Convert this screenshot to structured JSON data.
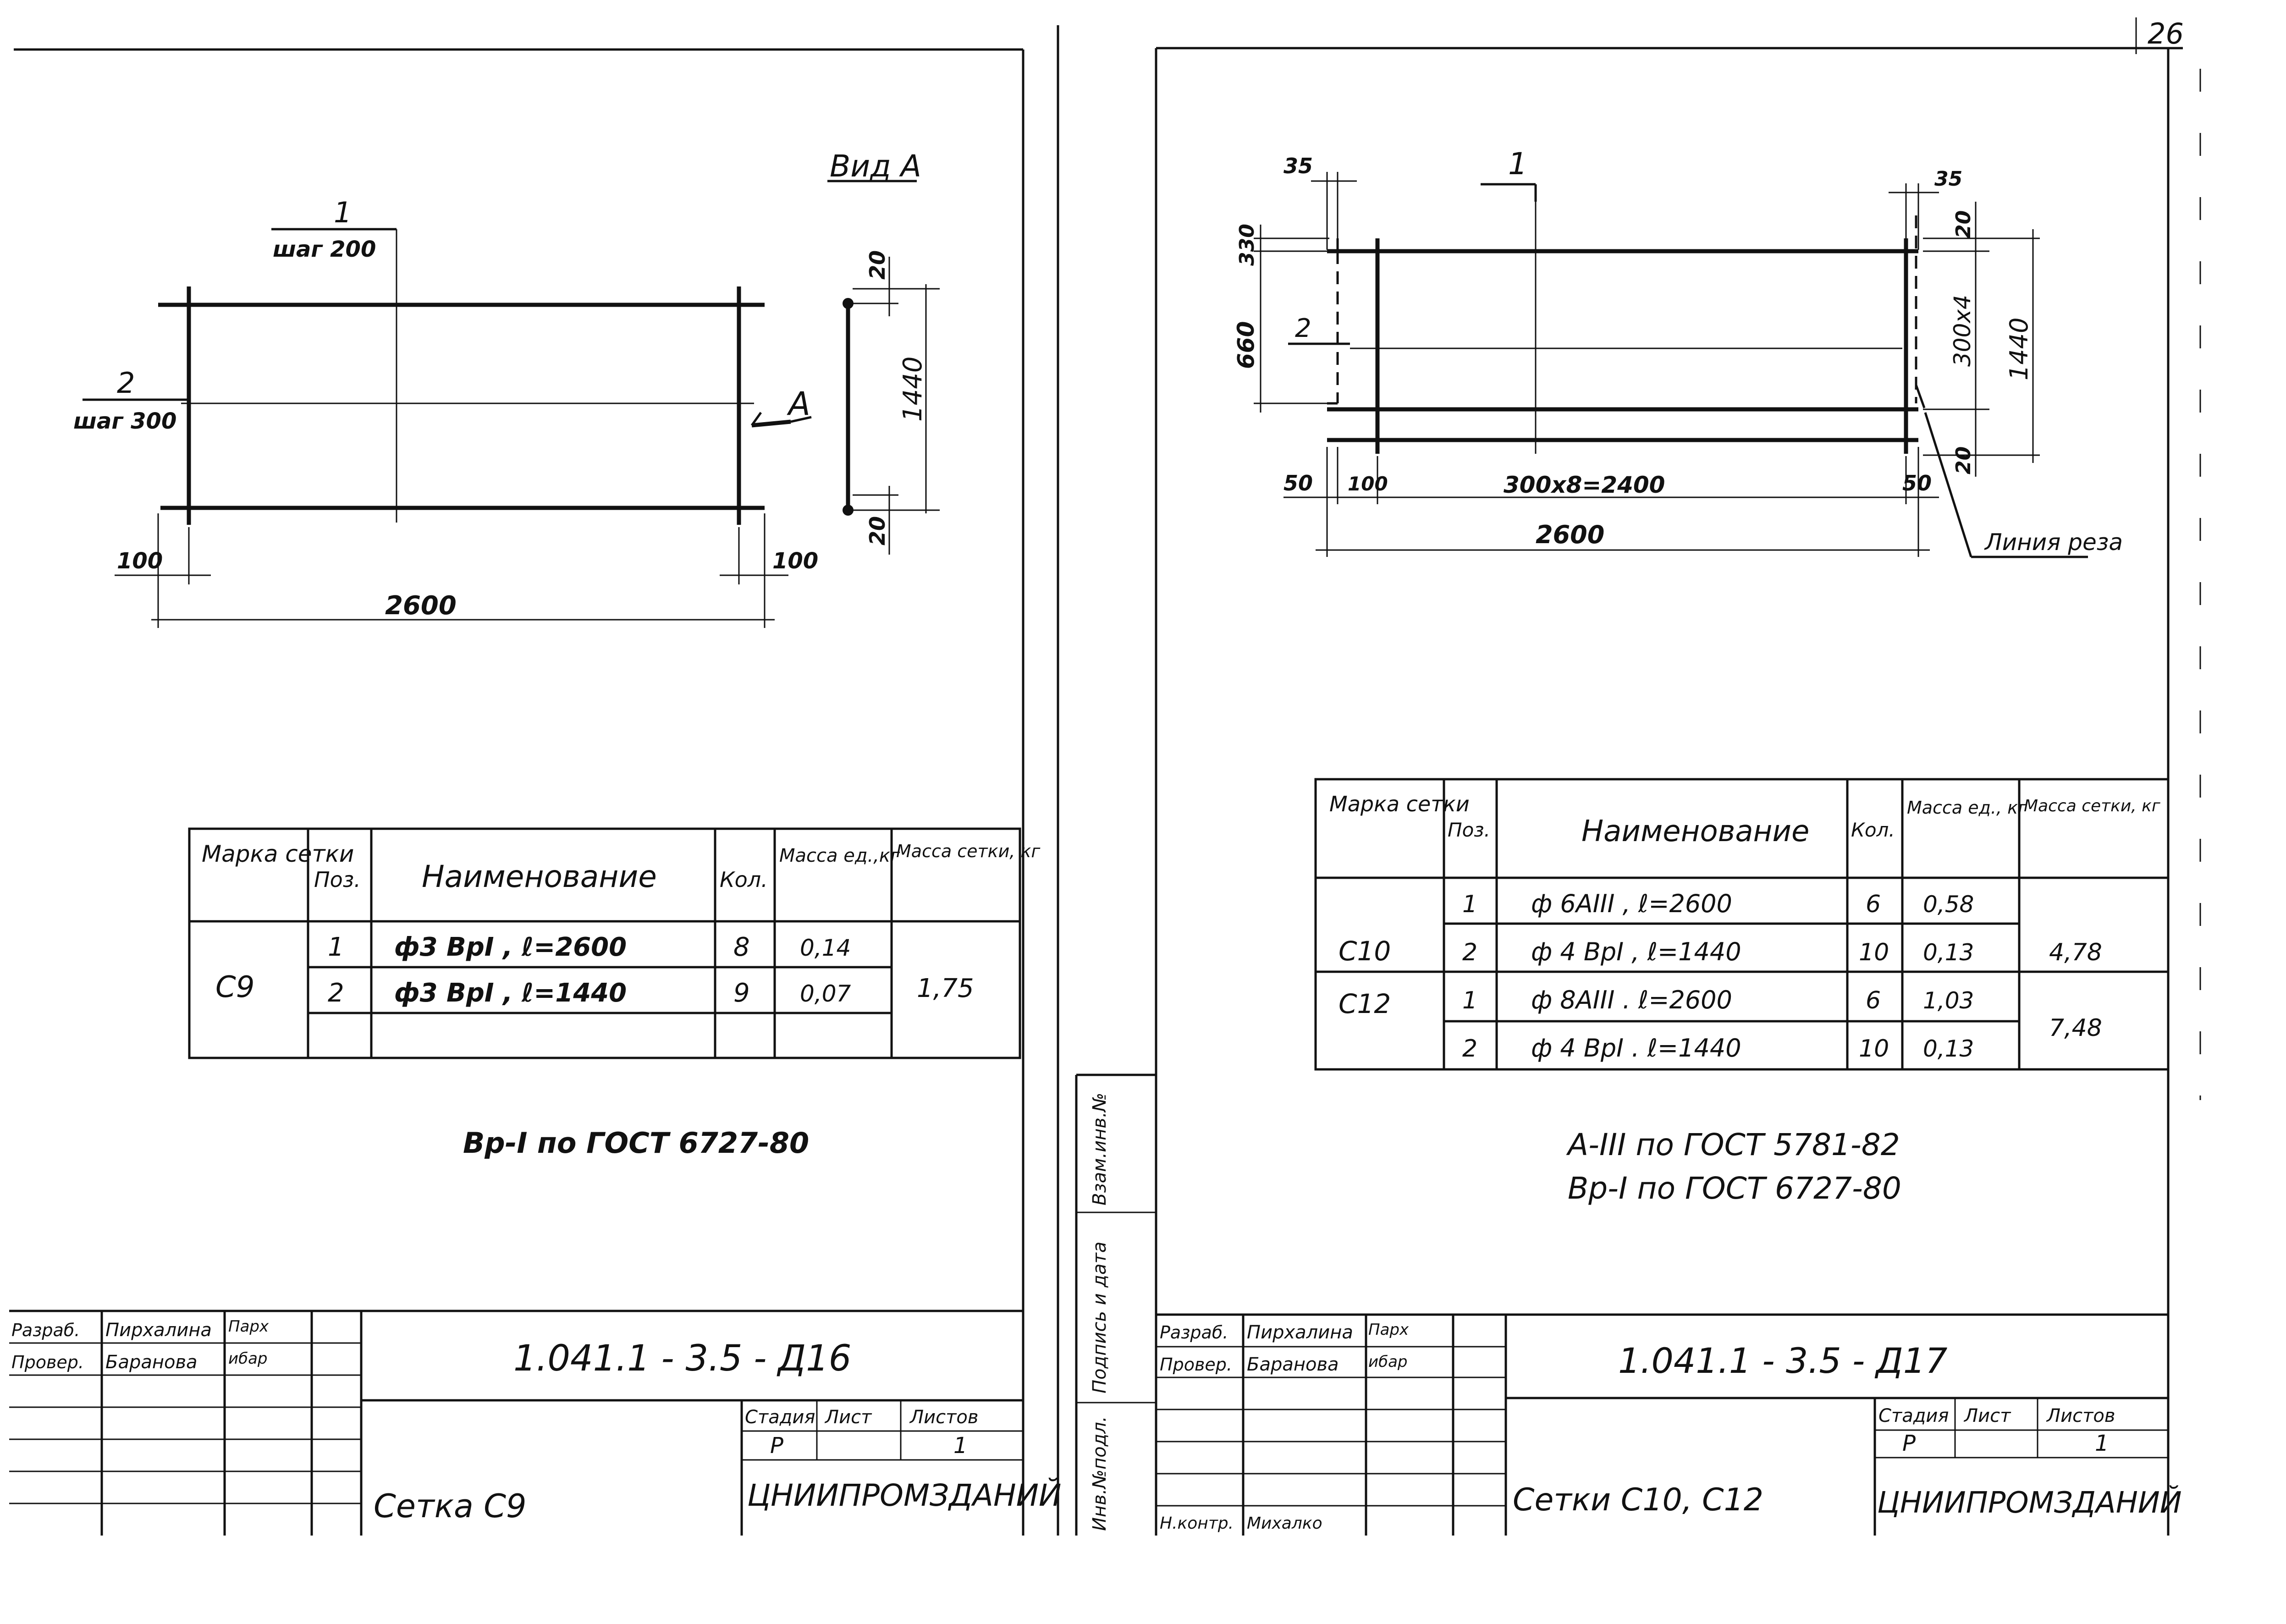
{
  "page_number": "26",
  "left_sheet": {
    "view_label": "Вид А",
    "bar1_label": "1",
    "bar1_pitch": "шаг 200",
    "bar2_label": "2",
    "bar2_pitch": "шаг 300",
    "arrow_label": "А",
    "dims": {
      "left_offset": "100",
      "right_offset": "100",
      "length": "2600",
      "side_top": "20",
      "side_height": "1440",
      "side_bottom": "20"
    },
    "table": {
      "headers": {
        "mark": "Марка сетки",
        "pos": "Поз.",
        "name": "Наименование",
        "qty": "Кол.",
        "unit_mass": "Масса ед.,кг",
        "mesh_mass": "Масса сетки, кг"
      },
      "mesh_mark": "С9",
      "mesh_mass": "1,75",
      "rows": [
        {
          "pos": "1",
          "name": "ф3 ВрI , ℓ=2600",
          "qty": "8",
          "mass": "0,14"
        },
        {
          "pos": "2",
          "name": "ф3 ВрI , ℓ=1440",
          "qty": "9",
          "mass": "0,07"
        }
      ]
    },
    "note": "Вр-I по ГОСТ 6727-80",
    "stamp": {
      "role1": "Разраб.",
      "role2": "Провер.",
      "name1": "Пирхалина",
      "name2": "Баранова",
      "sign1": "Парх",
      "sign2": "ибар",
      "code": "1.041.1 - 3.5 - Д16",
      "stage_h": "Стадия",
      "sheet_h": "Лист",
      "sheets_h": "Листов",
      "stage": "Р",
      "sheets": "1",
      "title": "Сетка С9",
      "org": "ЦНИИПРОМЗДАНИЙ"
    }
  },
  "right_sheet": {
    "bar1_label": "1",
    "bar2_label": "2",
    "dims": {
      "top_left": "35",
      "top_right": "35",
      "left_top": "330",
      "left_mid": "660",
      "right_top": "20",
      "right_bot": "20",
      "right_mid": "300x4",
      "right_total": "1440",
      "bot_left": "50",
      "bot_left2": "100",
      "bot_span": "300x8=2400",
      "bot_right": "50",
      "bot_total": "2600"
    },
    "cut_line": "Линия реза",
    "table": {
      "headers": {
        "mark": "Марка сетки",
        "pos": "Поз.",
        "name": "Наименование",
        "qty": "Кол.",
        "unit_mass": "Масса ед., кг",
        "mesh_mass": "Масса сетки, кг"
      },
      "groups": [
        {
          "mark": "С10",
          "mass": "4,78",
          "rows": [
            {
              "pos": "1",
              "name": "ф 6АIII , ℓ=2600",
              "qty": "6",
              "mass": "0,58"
            },
            {
              "pos": "2",
              "name": "ф 4 ВрI , ℓ=1440",
              "qty": "10",
              "mass": "0,13"
            }
          ]
        },
        {
          "mark": "С12",
          "mass": "7,48",
          "rows": [
            {
              "pos": "1",
              "name": "ф 8АIII . ℓ=2600",
              "qty": "6",
              "mass": "1,03"
            },
            {
              "pos": "2",
              "name": "ф 4 ВрI . ℓ=1440",
              "qty": "10",
              "mass": "0,13"
            }
          ]
        }
      ]
    },
    "note1": "А-III по ГОСТ 5781-82",
    "note2": "Вр-I по ГОСТ 6727-80",
    "side_labels": [
      "Взам.инв.№",
      "Подпись и дата",
      "Инв.№подл."
    ],
    "stamp": {
      "role1": "Разраб.",
      "role2": "Провер.",
      "role3": "Н.контр.",
      "name1": "Пирхалина",
      "name2": "Баранова",
      "name3": "Михалко",
      "sign1": "Парх",
      "sign2": "ибар",
      "code": "1.041.1 - 3.5 - Д17",
      "stage_h": "Стадия",
      "sheet_h": "Лист",
      "sheets_h": "Листов",
      "stage": "Р",
      "sheets": "1",
      "title": "Сетки С10, С12",
      "org": "ЦНИИПРОМЗДАНИЙ"
    }
  }
}
